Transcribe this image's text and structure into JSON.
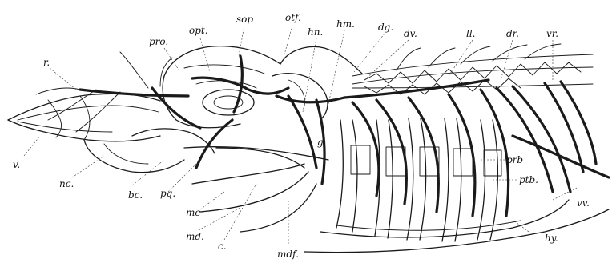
{
  "labels": {
    "r": "r.",
    "v": "v.",
    "nc": "nc.",
    "bc": "bc.",
    "pq": "pq.",
    "mc": "mc",
    "md": "md.",
    "c": "c.",
    "mdf": "mdf.",
    "pro": "pro.",
    "opt": "opt.",
    "sop": "sop",
    "otf": "otf.",
    "hn": "hn.",
    "hm": "hm.",
    "dg": "dg.",
    "dv": "dv.",
    "g": "g",
    "ll": "ll.",
    "dr": "dr.",
    "vr": "vr.",
    "prb": "prb",
    "ptb": "ptb.",
    "vv": "vv.",
    "hy": "hy."
  }
}
